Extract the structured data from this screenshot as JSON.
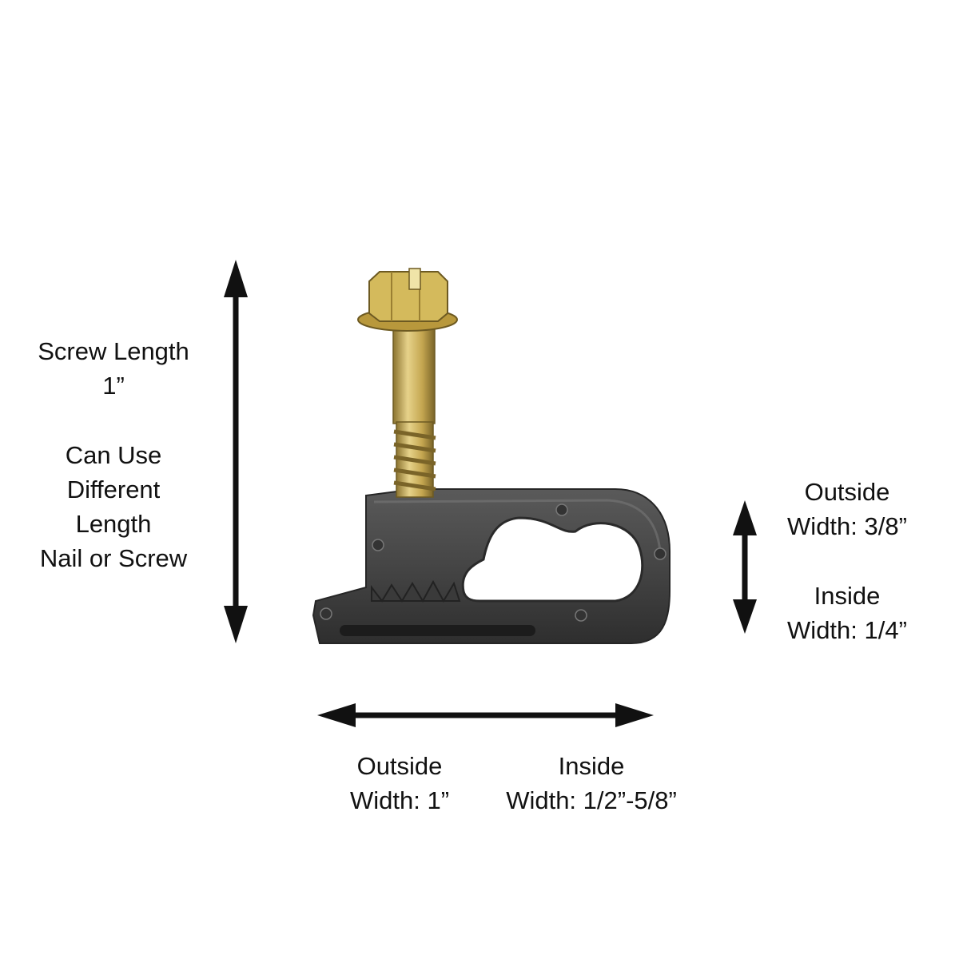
{
  "labels": {
    "screw": {
      "line1": "Screw Length",
      "line2": "1”",
      "line3": "Can Use",
      "line4": "Different",
      "line5": "Length",
      "line6": "Nail or Screw"
    },
    "right_outside": {
      "line1": "Outside",
      "line2": "Width: 3/8”"
    },
    "right_inside": {
      "line1": "Inside",
      "line2": "Width: 1/4”"
    },
    "bottom_outside": {
      "line1": "Outside",
      "line2": "Width: 1”"
    },
    "bottom_inside": {
      "line1": "Inside",
      "line2": "Width: 1/2”-5/8”"
    }
  },
  "colors": {
    "background": "#ffffff",
    "text": "#111111",
    "arrow": "#111111",
    "clip_body": "#4a4a4a",
    "screw_metal": "#c8a84a"
  }
}
